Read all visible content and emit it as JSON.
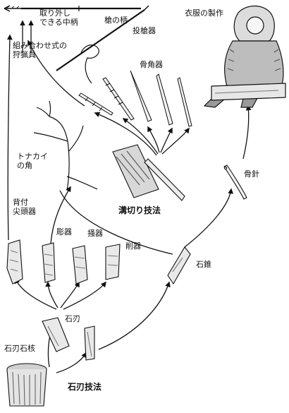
{
  "labels": {
    "removable_foreshaft": "取り外し\nできる中柄",
    "spear_shaft": "槍の柄",
    "spear_thrower": "投槍器",
    "composite_hunting_tool": "組み合わせ式の\n狩猟具",
    "clothing_making": "衣服の製作",
    "bone_antler_tools": "骨角器",
    "reindeer_antler": "トナカイ\nの角",
    "groove_split_technique": "溝切り技法",
    "bone_needle": "骨針",
    "backed_point": "背付\n尖頭器",
    "graver": "彫器",
    "end_scraper": "掻器",
    "side_scraper": "削器",
    "awl": "石錐",
    "blade": "石刃",
    "blade_core": "石刃石核",
    "blade_technique": "石刃技法"
  },
  "colors": {
    "ink": "#111111",
    "paper": "#ffffff",
    "stone_fill": "#e9e9e9",
    "hatch": "#777777"
  }
}
